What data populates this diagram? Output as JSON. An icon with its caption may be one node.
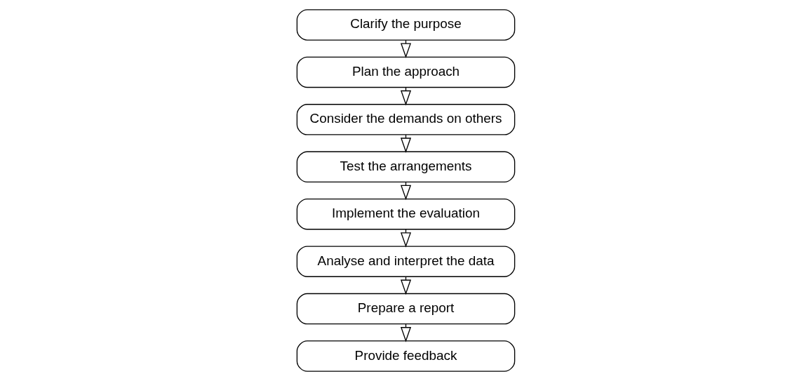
{
  "diagram": {
    "nodes": [
      {
        "text": [
          "Clarify the purpose"
        ]
      },
      {
        "text": [
          "Plan the approach"
        ]
      },
      {
        "text": [
          "Consider the demands on others"
        ]
      },
      {
        "text": [
          "Test the arrangements"
        ]
      },
      {
        "text": [
          "Implement the evaluation"
        ]
      },
      {
        "text": [
          "Analyse and interpret the data"
        ]
      },
      {
        "text": [
          "Prepare a report"
        ]
      },
      {
        "text": [
          "Provide feedback"
        ]
      }
    ],
    "edges": [
      {
        "from": 0,
        "to": 1,
        "arrow": "to"
      },
      {
        "from": 1,
        "to": 2,
        "arrow": "to"
      },
      {
        "from": 2,
        "to": 3,
        "arrow": "to"
      },
      {
        "from": 3,
        "to": 4,
        "arrow": "to"
      },
      {
        "from": 4,
        "to": 5,
        "arrow": "to"
      },
      {
        "from": 5,
        "to": 6,
        "arrow": "to"
      },
      {
        "from": 6,
        "to": 7,
        "arrow": "to"
      }
    ]
  }
}
